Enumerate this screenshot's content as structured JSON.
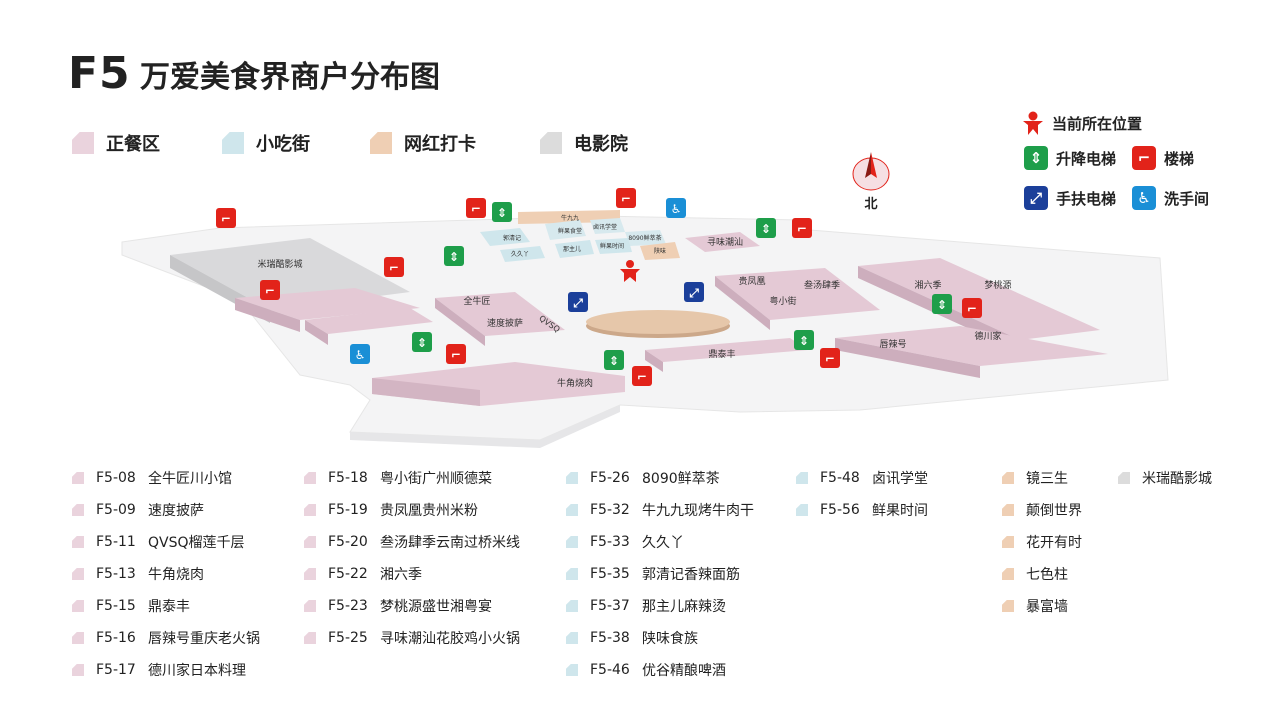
{
  "title": {
    "floor": "F5",
    "text": "万爱美食界商户分布图"
  },
  "zones": [
    {
      "label": "正餐区",
      "color": "#ead3dd"
    },
    {
      "label": "小吃街",
      "color": "#cfe6ec"
    },
    {
      "label": "网红打卡",
      "color": "#efcfb4"
    },
    {
      "label": "电影院",
      "color": "#dcdcdc"
    }
  ],
  "facilities": {
    "here": {
      "label": "当前所在位置",
      "color": "#e2231a"
    },
    "elevator": {
      "label": "升降电梯",
      "color": "#1e9e4a",
      "glyph": "⇕"
    },
    "stairs": {
      "label": "楼梯",
      "color": "#e2231a",
      "glyph": "⌐"
    },
    "escalator": {
      "label": "手扶电梯",
      "color": "#1b3f9a",
      "glyph": "⤢"
    },
    "restroom": {
      "label": "洗手间",
      "color": "#1a8fd6",
      "glyph": "♿"
    }
  },
  "compass": {
    "label": "北"
  },
  "map_labels": {
    "cinema": "米瑞酷影城",
    "quanniujiang": "全牛匠",
    "sududisa": "速度披萨",
    "qvsq": "QVSQ",
    "niujiao": "牛角烧肉",
    "dingtaifeng": "鼎泰丰",
    "guifenghuang": "贵凤凰",
    "santang": "叁汤肆季",
    "yuexiaojie": "粤小街",
    "xunwei": "寻味潮汕",
    "xiangliuji": "湘六季",
    "mengtaoyuan": "梦桃源",
    "chunlahao": "唇辣号",
    "dechuanjia": "德川家",
    "snack1": "鲜果食堂",
    "snack2": "卤讯学堂",
    "snack3": "8090鲜萃茶",
    "snack4": "那主儿",
    "snack5": "鲜果时间",
    "snack6": "郭清记",
    "snack7": "久久丫",
    "snack8": "陕味",
    "snack9": "牛九九"
  },
  "tenants": [
    [
      {
        "code": "F5-08",
        "name": "全牛匠川小馆",
        "zone": 0
      },
      {
        "code": "F5-09",
        "name": "速度披萨",
        "zone": 0
      },
      {
        "code": "F5-11",
        "name": "QVSQ榴莲千层",
        "zone": 0
      },
      {
        "code": "F5-13",
        "name": "牛角烧肉",
        "zone": 0
      },
      {
        "code": "F5-15",
        "name": "鼎泰丰",
        "zone": 0
      },
      {
        "code": "F5-16",
        "name": "唇辣号重庆老火锅",
        "zone": 0
      },
      {
        "code": "F5-17",
        "name": "德川家日本料理",
        "zone": 0
      }
    ],
    [
      {
        "code": "F5-18",
        "name": "粤小街广州顺德菜",
        "zone": 0
      },
      {
        "code": "F5-19",
        "name": "贵凤凰贵州米粉",
        "zone": 0
      },
      {
        "code": "F5-20",
        "name": "叁汤肆季云南过桥米线",
        "zone": 0
      },
      {
        "code": "F5-22",
        "name": "湘六季",
        "zone": 0
      },
      {
        "code": "F5-23",
        "name": "梦桃源盛世湘粤宴",
        "zone": 0
      },
      {
        "code": "F5-25",
        "name": "寻味潮汕花胶鸡小火锅",
        "zone": 0
      }
    ],
    [
      {
        "code": "F5-26",
        "name": "8090鲜萃茶",
        "zone": 1
      },
      {
        "code": "F5-32",
        "name": "牛九九现烤牛肉干",
        "zone": 1
      },
      {
        "code": "F5-33",
        "name": "久久丫",
        "zone": 1
      },
      {
        "code": "F5-35",
        "name": "郭清记香辣面筋",
        "zone": 1
      },
      {
        "code": "F5-37",
        "name": "那主儿麻辣烫",
        "zone": 1
      },
      {
        "code": "F5-38",
        "name": "陕味食族",
        "zone": 1
      },
      {
        "code": "F5-46",
        "name": "优谷精酿啤酒",
        "zone": 1
      }
    ],
    [
      {
        "code": "F5-48",
        "name": "卤讯学堂",
        "zone": 1
      },
      {
        "code": "F5-56",
        "name": "鲜果时间",
        "zone": 1
      }
    ],
    [
      {
        "code": "",
        "name": "镜三生",
        "zone": 2
      },
      {
        "code": "",
        "name": "颠倒世界",
        "zone": 2
      },
      {
        "code": "",
        "name": "花开有时",
        "zone": 2
      },
      {
        "code": "",
        "name": "七色柱",
        "zone": 2
      },
      {
        "code": "",
        "name": "暴富墙",
        "zone": 2
      }
    ],
    [
      {
        "code": "",
        "name": "米瑞酷影城",
        "zone": 3
      }
    ]
  ]
}
